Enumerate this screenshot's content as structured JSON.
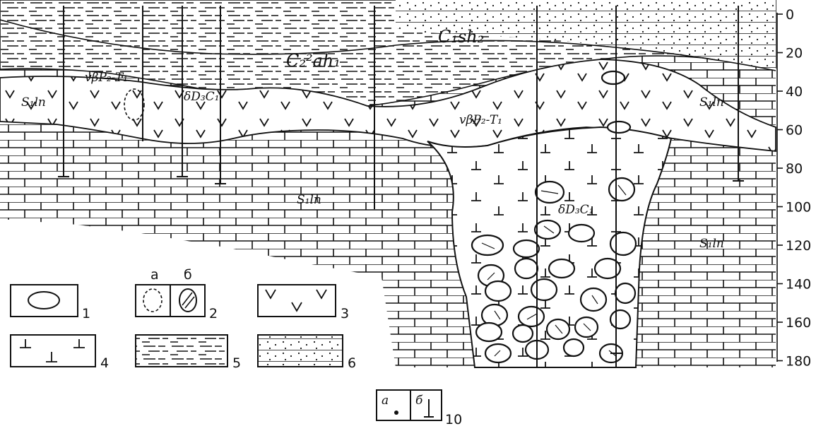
{
  "units": [
    {
      "id": "c1sh",
      "label": "C₁sh₂"
    },
    {
      "id": "c2ah",
      "label": "C₂²ah₁"
    },
    {
      "id": "vbp_top",
      "label": "vβP₂-T₁"
    },
    {
      "id": "d3c1_top",
      "label": "δD₃C₁"
    },
    {
      "id": "s1ln_left",
      "label": "S₁ln"
    },
    {
      "id": "s1ln_right",
      "label": "S₁ln"
    },
    {
      "id": "vbp_mid",
      "label": "vβP₂-T₁"
    },
    {
      "id": "s1ln_bottom",
      "label": "S₁ln"
    },
    {
      "id": "d3c1_pipe",
      "label": "δD₃C₁"
    },
    {
      "id": "s1ln_pipe_right",
      "label": "S₁ln"
    }
  ],
  "depth_scale": [
    "0",
    "20",
    "40",
    "60",
    "80",
    "100",
    "120",
    "140",
    "160",
    "180"
  ],
  "legend": {
    "items": [
      {
        "num": "1",
        "pattern": "oval"
      },
      {
        "num": "2",
        "pattern": "xenolith-a-b"
      },
      {
        "num": "3",
        "pattern": "v-marks"
      },
      {
        "num": "4",
        "pattern": "t-marks"
      },
      {
        "num": "5",
        "pattern": "dashes"
      },
      {
        "num": "6",
        "pattern": "dots"
      },
      {
        "num": "10",
        "pattern": "well-a-b"
      }
    ],
    "sub_a": "а",
    "sub_b": "б"
  }
}
